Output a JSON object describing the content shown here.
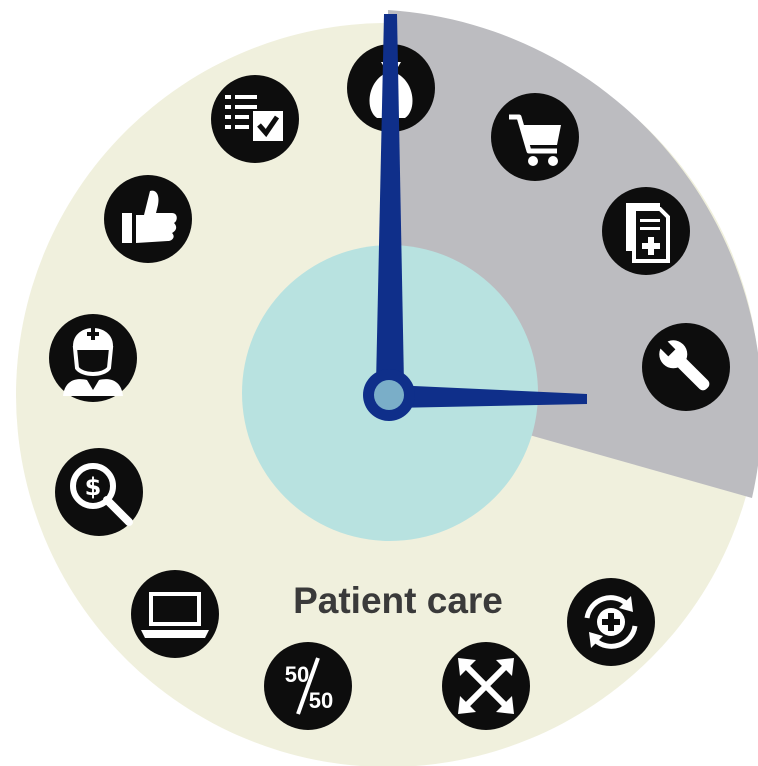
{
  "center_label": "Patient care",
  "colors": {
    "face": "#f0f0dd",
    "highlight_sector": "#bcbcc0",
    "inner_disc": "#b8e2e0",
    "hands": "#0f2f8a",
    "pivot_fill": "#7aaec8",
    "icon_bg": "#0d0d0d",
    "icon_fg": "#ffffff",
    "label": "#3a3a3a"
  },
  "icons": [
    {
      "name": "money-bag-icon"
    },
    {
      "name": "shopping-cart-icon"
    },
    {
      "name": "medical-document-icon"
    },
    {
      "name": "wrench-icon"
    },
    {
      "name": "healthcare-cycle-icon"
    },
    {
      "name": "expand-arrows-icon"
    },
    {
      "name": "fifty-fifty-icon",
      "text_top": "50",
      "text_bottom": "50"
    },
    {
      "name": "laptop-icon"
    },
    {
      "name": "dollar-magnifier-icon"
    },
    {
      "name": "nurse-icon"
    },
    {
      "name": "thumbs-up-icon"
    },
    {
      "name": "checklist-icon"
    }
  ]
}
